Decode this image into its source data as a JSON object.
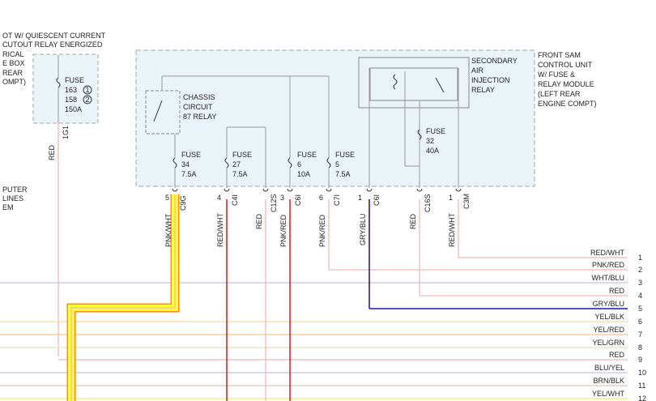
{
  "left_module": {
    "lines": [
      "OT W/ QUIESCENT CURRENT",
      "CUTOUT RELAY ENERGIZED",
      "RICAL",
      "E BOX",
      "REAR",
      "OMPT)"
    ],
    "fuse_label": "FUSE",
    "fuse_numbers": [
      "163",
      "158"
    ],
    "fuse_rating": "150A",
    "circle_marks": [
      "1",
      "2"
    ],
    "connector": "1G1",
    "wire": "RED"
  },
  "left_partial": [
    "PUTER",
    "LINES",
    "EM"
  ],
  "front_sam": [
    "FRONT SAM",
    "CONTROL UNIT",
    "W/ FUSE &",
    "RELAY MODULE",
    "(LEFT REAR",
    "ENGINE COMPT)"
  ],
  "chassis_relay": [
    "CHASSIS",
    "CIRCUIT",
    "87 RELAY"
  ],
  "secondary_relay": [
    "SECONDARY",
    "AIR",
    "INJECTION",
    "RELAY"
  ],
  "fuses": [
    {
      "label": "FUSE",
      "number": "34",
      "rating": "7.5A"
    },
    {
      "label": "FUSE",
      "number": "27",
      "rating": "7.5A"
    },
    {
      "label": "FUSE",
      "number": "6",
      "rating": "10A"
    },
    {
      "label": "FUSE",
      "number": "5",
      "rating": "7.5A"
    },
    {
      "label": "FUSE",
      "number": "32",
      "rating": "40A"
    }
  ],
  "connector_pins": [
    {
      "pin": "5",
      "connector": "C9G",
      "wire": "PNK/WHT"
    },
    {
      "pin": "4",
      "connector": "C4I",
      "wire": "RED/WHT"
    },
    {
      "pin": "",
      "connector": "C12S",
      "wire": "RED"
    },
    {
      "pin": "3",
      "connector": "C6I",
      "wire": "PNK/RED"
    },
    {
      "pin": "6",
      "connector": "C7I",
      "wire": "PNK/RED"
    },
    {
      "pin": "1",
      "connector": "C6I",
      "wire": "GRY/BLU"
    },
    {
      "pin": "",
      "connector": "C16S",
      "wire": "RED"
    },
    {
      "pin": "1",
      "connector": "C3M",
      "wire": "RED/WHT"
    }
  ],
  "harness_wires": [
    {
      "label": "RED/WHT",
      "number": "1",
      "color": "#f0b8b8"
    },
    {
      "label": "PNK/RED",
      "number": "2",
      "color": "#f0b8b8"
    },
    {
      "label": "WHT/BLU",
      "number": "3",
      "color": "#c8c0ee"
    },
    {
      "label": "RED",
      "number": "4",
      "color": "#f0b8b8"
    },
    {
      "label": "GRY/BLU",
      "number": "5",
      "color": "#3a3ab0"
    },
    {
      "label": "YEL/BLK",
      "number": "6",
      "color": "#f5d9a8"
    },
    {
      "label": "YEL/RED",
      "number": "7",
      "color": "#f5c590"
    },
    {
      "label": "YEL/GRN",
      "number": "8",
      "color": "#dcebb0"
    },
    {
      "label": "RED",
      "number": "9",
      "color": "#f0b8b8"
    },
    {
      "label": "BLU/YEL",
      "number": "10",
      "color": "#c8c0ee"
    },
    {
      "label": "BRN/BLK",
      "number": "11",
      "color": "#dcc8c0"
    },
    {
      "label": "YEL/WHT",
      "number": "12",
      "color": "#eeee70"
    }
  ],
  "colors": {
    "highlight": "#ffff33",
    "highlight_edge": "#ff8c1a",
    "red_wire": "#cc1111",
    "blue_wire": "#3a3ab0",
    "box_fill": "#eaf3f8"
  }
}
